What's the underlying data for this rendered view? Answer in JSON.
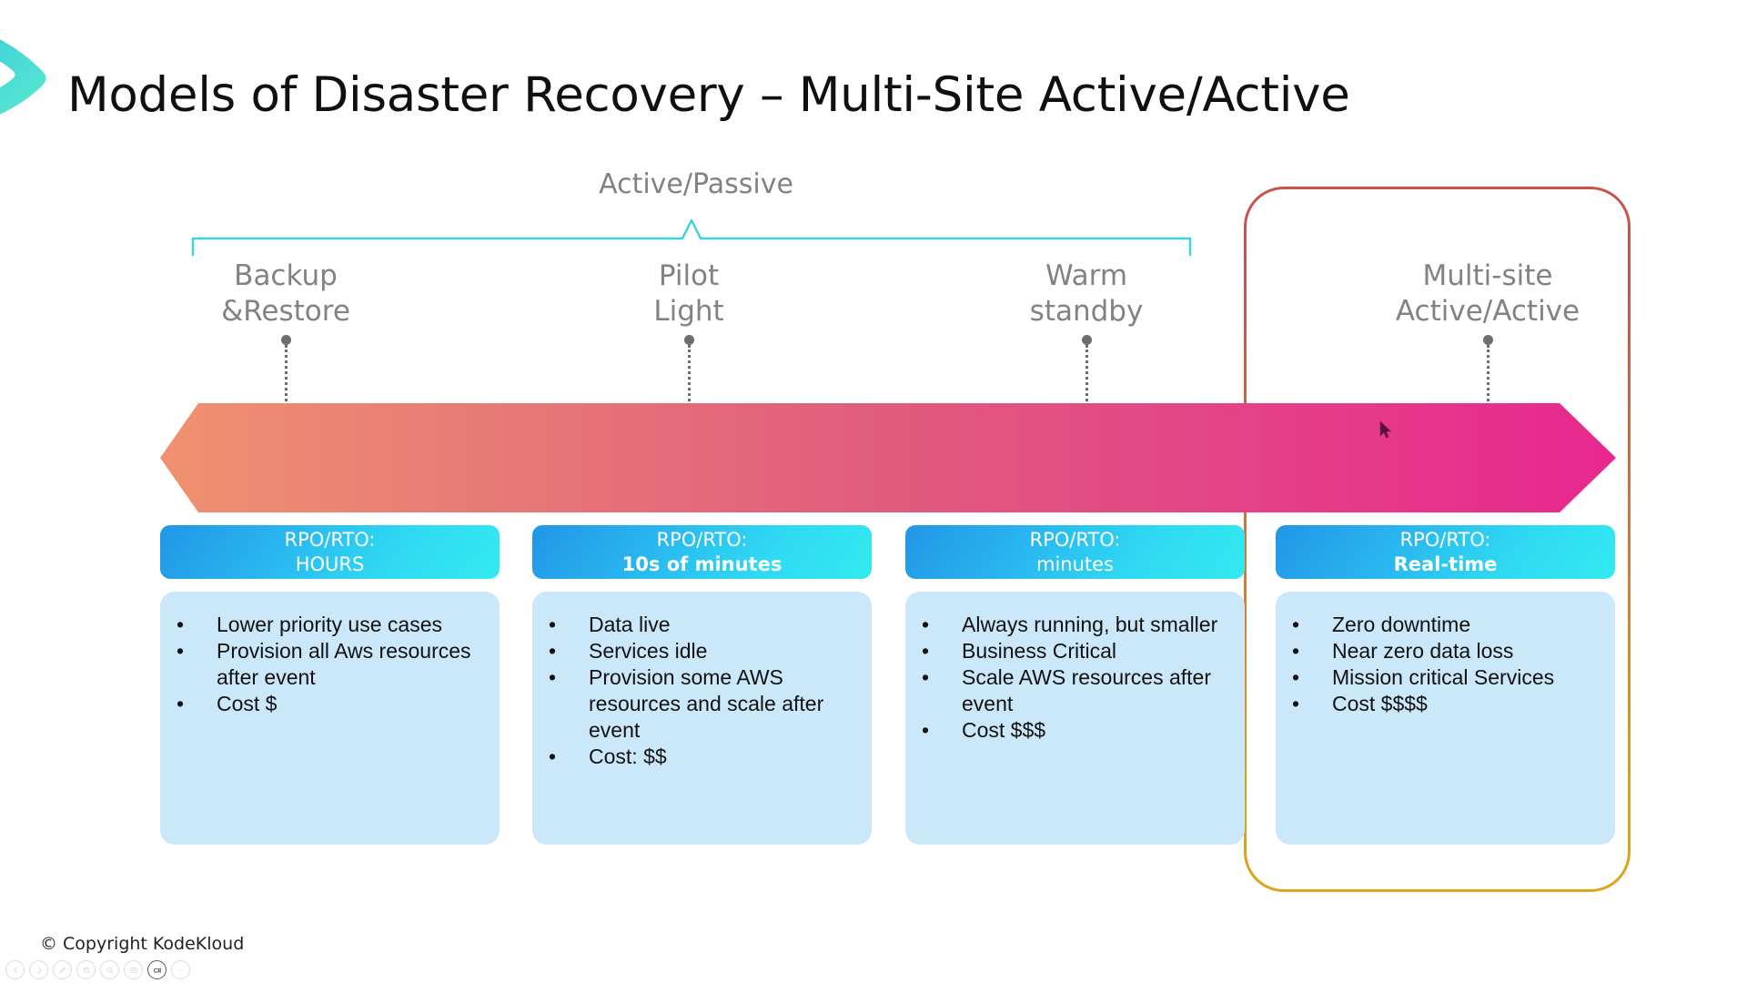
{
  "slide": {
    "title": "Models of Disaster Recovery – Multi-Site Active/Active",
    "footer_copyright": "© Copyright KodeKloud",
    "background_color": "#ffffff"
  },
  "logo": {
    "name": "kodekloud-chevron-logo",
    "gradient_from": "#2ec4dd",
    "gradient_to": "#57e8cf"
  },
  "brace": {
    "label": "Active/Passive",
    "color": "#3ad5e0",
    "label_color": "#808285"
  },
  "highlight": {
    "border_top_color": "#c9534a",
    "border_bottom_color": "#dba61c"
  },
  "arrow_band": {
    "gradient_from": "#ef9270",
    "gradient_mid": "#e05c7e",
    "gradient_to": "#e8278f"
  },
  "stages": [
    {
      "label": "Backup\n&Restore"
    },
    {
      "label": "Pilot\nLight"
    },
    {
      "label": "Warm\nstandby"
    },
    {
      "label": "Multi-site\nActive/Active"
    }
  ],
  "columns": [
    {
      "rpo_label": "RPO/RTO:",
      "rpo_value": "HOURS",
      "rpo_value_bold": false,
      "bullets": [
        "Lower priority use cases",
        "Provision all Aws resources after event",
        "Cost $"
      ]
    },
    {
      "rpo_label": "RPO/RTO:",
      "rpo_value": "10s of minutes",
      "rpo_value_bold": true,
      "bullets": [
        "Data live",
        "Services idle",
        "Provision some AWS resources and scale after event",
        "Cost: $$"
      ]
    },
    {
      "rpo_label": "RPO/RTO:",
      "rpo_value": "minutes",
      "rpo_value_bold": false,
      "bullets": [
        "Always running, but smaller",
        "Business Critical",
        "Scale AWS resources after event",
        "Cost $$$"
      ]
    },
    {
      "rpo_label": "RPO/RTO:",
      "rpo_value": "Real-time",
      "rpo_value_bold": true,
      "bullets": [
        "Zero downtime",
        "Near zero data loss",
        "Mission critical Services",
        "Cost $$$$"
      ]
    }
  ],
  "bullet_glyph": "•",
  "toolbar": {
    "items": [
      {
        "icon": "previous-slide-icon",
        "active": false
      },
      {
        "icon": "next-slide-icon",
        "active": false
      },
      {
        "icon": "pen-icon",
        "active": false
      },
      {
        "icon": "printer-icon",
        "active": false
      },
      {
        "icon": "zoom-magnifier-icon",
        "active": false
      },
      {
        "icon": "slide-menu-icon",
        "active": false
      },
      {
        "icon": "camera-video-icon",
        "active": true
      },
      {
        "icon": "more-options-icon",
        "active": false
      }
    ]
  }
}
